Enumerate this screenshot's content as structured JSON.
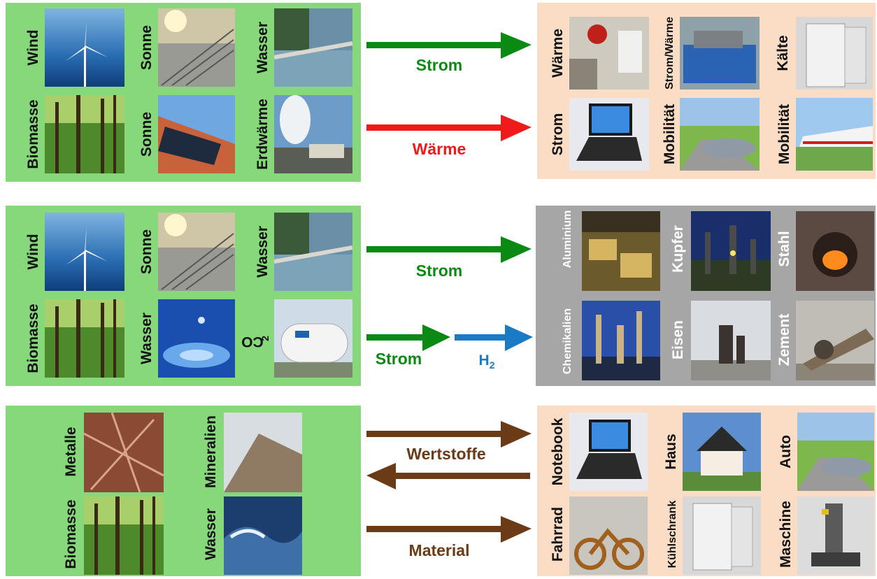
{
  "colors": {
    "panel_green": "#86d87a",
    "panel_peach": "#fbdcc4",
    "panel_grey": "#a6a6a6",
    "strom": "#0a8a12",
    "waerme": "#f11a1a",
    "h2": "#1b7ac4",
    "material": "#6b3a16"
  },
  "row1": {
    "sources": [
      "Wind",
      "Sonne",
      "Wasser",
      "Biomasse",
      "Sonne",
      "Erdwärme"
    ],
    "arrow_top": "Strom",
    "arrow_bottom": "Wärme",
    "uses": [
      "Wärme",
      "Strom/Wärme",
      "Kälte",
      "Strom",
      "Mobilität",
      "Mobilität"
    ]
  },
  "row2": {
    "sources": [
      "Wind",
      "Sonne",
      "Wasser",
      "Biomasse",
      "Wasser"
    ],
    "co2_label": "CO",
    "co2_sub": "2",
    "arrow_top": "Strom",
    "arrow_bottom": "Strom",
    "h2_label": "H",
    "h2_sub": "2",
    "industries": [
      "Aluminium",
      "Kupfer",
      "Stahl",
      "Chemikalien",
      "Eisen",
      "Zement"
    ]
  },
  "row3": {
    "sources": [
      "Metalle",
      "Mineralien",
      "Biomasse",
      "Wasser"
    ],
    "arrow_middle": "Wertstoffe",
    "arrow_bottom": "Material",
    "products": [
      "Notebook",
      "Haus",
      "Auto",
      "Fahrrad",
      "Kühlschrank",
      "Maschine"
    ]
  }
}
